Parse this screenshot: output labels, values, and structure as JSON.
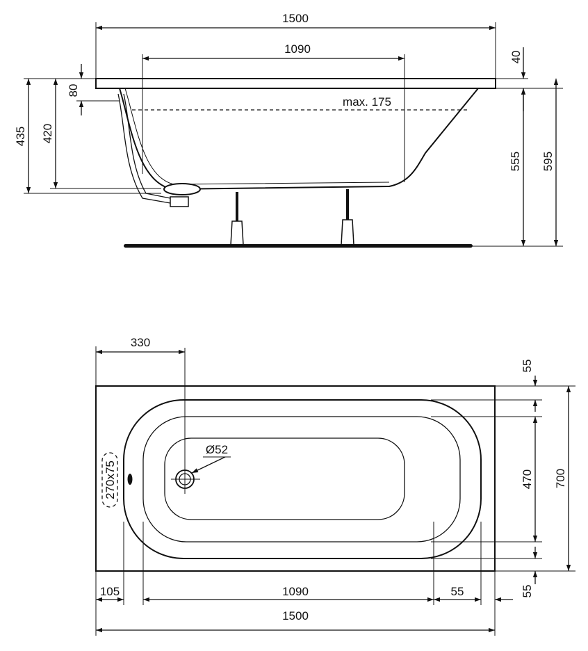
{
  "side_view": {
    "total_length": "1500",
    "inner_length": "1090",
    "rim_height": "40",
    "overflow_drop": "80",
    "height_435": "435",
    "height_420": "420",
    "max_water": "max. 175",
    "height_555": "555",
    "height_595": "595"
  },
  "top_view": {
    "drain_offset": "330",
    "drain_diameter": "Ø52",
    "overflow_cutout": "270x75",
    "rim_top": "55",
    "inner_width": "470",
    "total_width": "700",
    "rim_bottom": "55",
    "end_left": "105",
    "inner_length": "1090",
    "end_right": "55",
    "total_length": "1500"
  },
  "colors": {
    "line": "#111111",
    "background": "#ffffff"
  }
}
